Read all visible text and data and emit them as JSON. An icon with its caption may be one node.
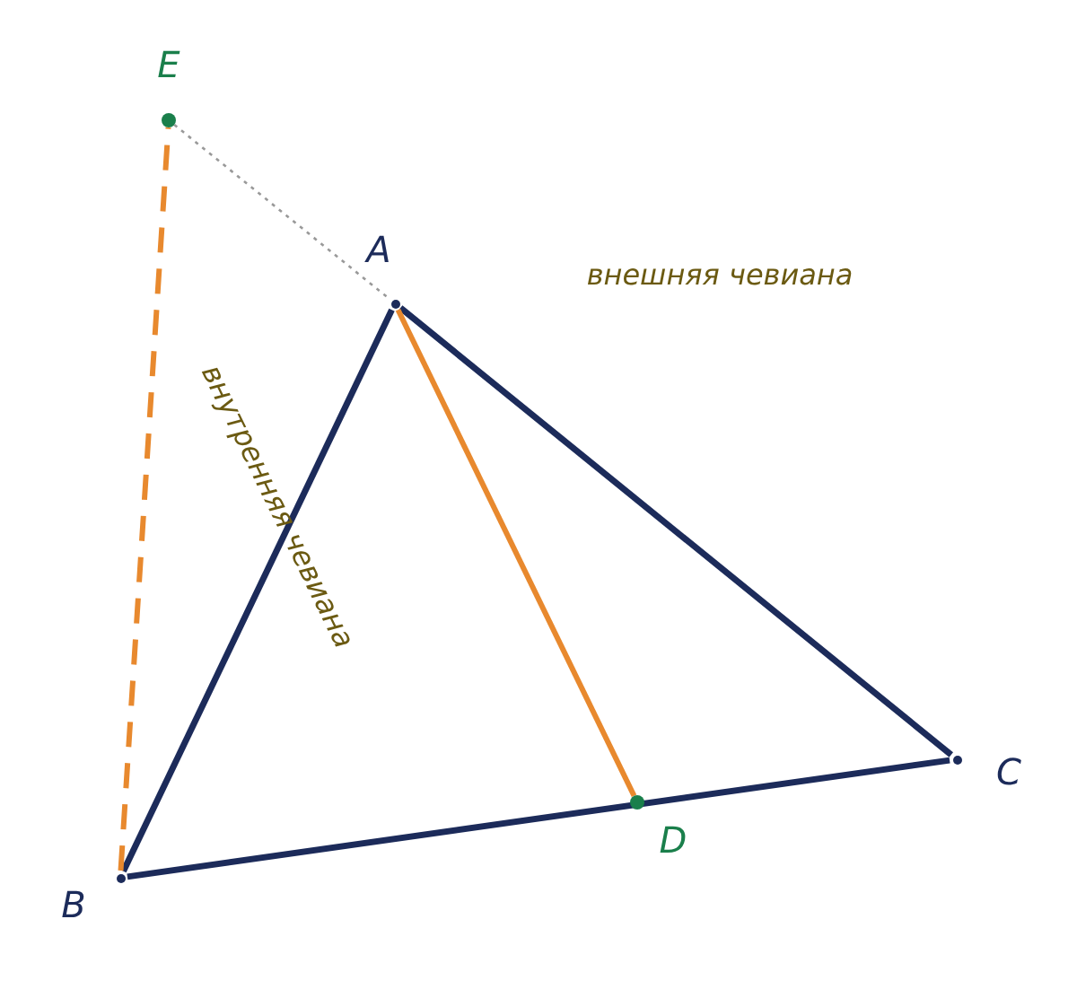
{
  "diagram": {
    "nodes": [
      {
        "text": [],
        "shape": "circle",
        "beside": [
          "E"
        ]
      },
      {
        "text": [],
        "shape": "point",
        "beside": [
          "A"
        ]
      },
      {
        "text": [],
        "shape": "point",
        "beside": [
          "C"
        ]
      },
      {
        "text": [],
        "shape": "circle",
        "beside": [
          "D"
        ]
      },
      {
        "text": [],
        "shape": "point",
        "beside": [
          "B"
        ]
      }
    ],
    "edges": [
      {
        "from": 1,
        "to": 4,
        "arrow": "none"
      },
      {
        "from": 4,
        "to": 2,
        "arrow": "none"
      },
      {
        "from": 2,
        "to": 1,
        "arrow": "none"
      },
      {
        "from": 1,
        "to": 3,
        "arrow": "none",
        "color": "#e8892e"
      },
      {
        "from": 4,
        "to": 0,
        "arrow": "none",
        "style": "dashed",
        "color": "#e8892e"
      },
      {
        "from": 0,
        "to": 1,
        "arrow": "none",
        "style": "dashed",
        "color": "#999999"
      }
    ],
    "labels": [
      "внешняя чевиана",
      "внутренняя чевиана"
    ]
  }
}
